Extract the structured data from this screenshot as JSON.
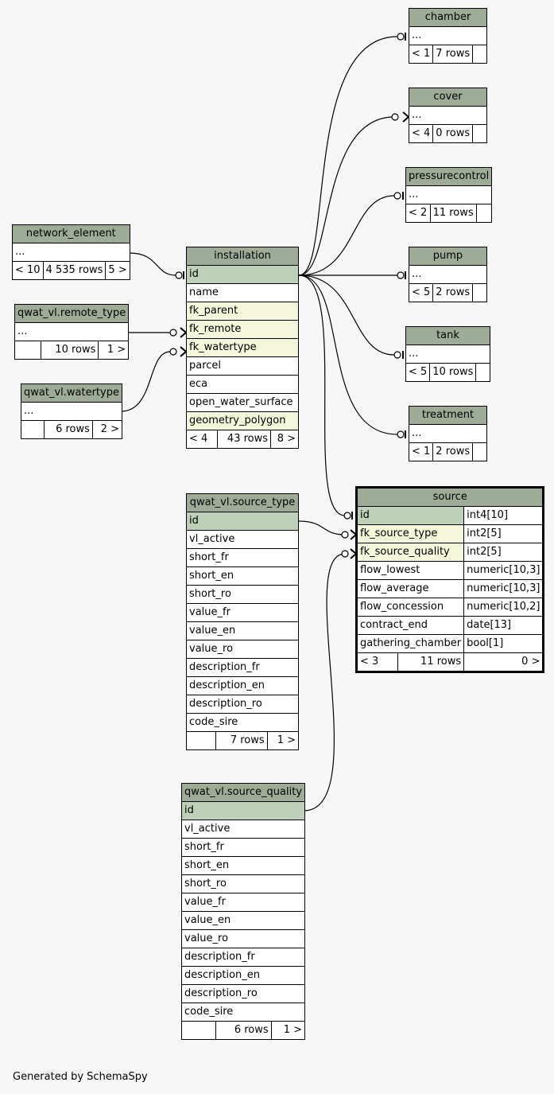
{
  "footer": "Generated by SchemaSpy",
  "tables": {
    "chamber": {
      "name": "chamber",
      "row": "...",
      "prev": "< 1",
      "rows": "7 rows",
      "next": ""
    },
    "cover": {
      "name": "cover",
      "row": "...",
      "prev": "< 4",
      "rows": "0 rows",
      "next": ""
    },
    "pressurecontrol": {
      "name": "pressurecontrol",
      "row": "...",
      "prev": "< 2",
      "rows": "11 rows",
      "next": ""
    },
    "pump": {
      "name": "pump",
      "row": "...",
      "prev": "< 5",
      "rows": "2 rows",
      "next": ""
    },
    "tank": {
      "name": "tank",
      "row": "...",
      "prev": "< 5",
      "rows": "10 rows",
      "next": ""
    },
    "treatment": {
      "name": "treatment",
      "row": "...",
      "prev": "< 1",
      "rows": "2 rows",
      "next": ""
    },
    "network_element": {
      "name": "network_element",
      "row": "...",
      "prev": "< 10",
      "rows": "4 535 rows",
      "next": "5 >"
    },
    "remote_type": {
      "name": "qwat_vl.remote_type",
      "row": "...",
      "prev": "",
      "rows": "10 rows",
      "next": "1 >"
    },
    "watertype": {
      "name": "qwat_vl.watertype",
      "row": "...",
      "prev": "",
      "rows": "6 rows",
      "next": "2 >"
    },
    "installation": {
      "name": "installation",
      "columns": [
        "id",
        "name",
        "fk_parent",
        "fk_remote",
        "fk_watertype",
        "parcel",
        "eca",
        "open_water_surface",
        "geometry_polygon"
      ],
      "prev": "< 4",
      "rows": "43 rows",
      "next": "8 >"
    },
    "source": {
      "name": "source",
      "columns": [
        {
          "name": "id",
          "type": "int4[10]"
        },
        {
          "name": "fk_source_type",
          "type": "int2[5]"
        },
        {
          "name": "fk_source_quality",
          "type": "int2[5]"
        },
        {
          "name": "flow_lowest",
          "type": "numeric[10,3]"
        },
        {
          "name": "flow_average",
          "type": "numeric[10,3]"
        },
        {
          "name": "flow_concession",
          "type": "numeric[10,2]"
        },
        {
          "name": "contract_end",
          "type": "date[13]"
        },
        {
          "name": "gathering_chamber",
          "type": "bool[1]"
        }
      ],
      "prev": "< 3",
      "rows": "11 rows",
      "next": "0 >"
    },
    "source_type": {
      "name": "qwat_vl.source_type",
      "columns": [
        "id",
        "vl_active",
        "short_fr",
        "short_en",
        "short_ro",
        "value_fr",
        "value_en",
        "value_ro",
        "description_fr",
        "description_en",
        "description_ro",
        "code_sire"
      ],
      "prev": "",
      "rows": "7 rows",
      "next": "1 >"
    },
    "source_quality": {
      "name": "qwat_vl.source_quality",
      "columns": [
        "id",
        "vl_active",
        "short_fr",
        "short_en",
        "short_ro",
        "value_fr",
        "value_en",
        "value_ro",
        "description_fr",
        "description_en",
        "description_ro",
        "code_sire"
      ],
      "prev": "",
      "rows": "6 rows",
      "next": "1 >"
    }
  },
  "relationships": [
    {
      "from": "installation.id",
      "to": "chamber"
    },
    {
      "from": "installation.id",
      "to": "cover"
    },
    {
      "from": "installation.id",
      "to": "pressurecontrol"
    },
    {
      "from": "installation.id",
      "to": "pump"
    },
    {
      "from": "installation.id",
      "to": "tank"
    },
    {
      "from": "installation.id",
      "to": "treatment"
    },
    {
      "from": "installation.id",
      "to": "source.id"
    },
    {
      "from": "network_element",
      "to": "installation.id"
    },
    {
      "from": "qwat_vl.remote_type",
      "to": "installation.fk_remote"
    },
    {
      "from": "qwat_vl.watertype",
      "to": "installation.fk_watertype"
    },
    {
      "from": "qwat_vl.source_type.id",
      "to": "source.fk_source_type"
    },
    {
      "from": "qwat_vl.source_quality.id",
      "to": "source.fk_source_quality"
    }
  ],
  "colors": {
    "header": "#9eab96",
    "primary_key": "#bed1b8",
    "foreign_key": "#f4f7da",
    "background": "#f7f7f7"
  }
}
